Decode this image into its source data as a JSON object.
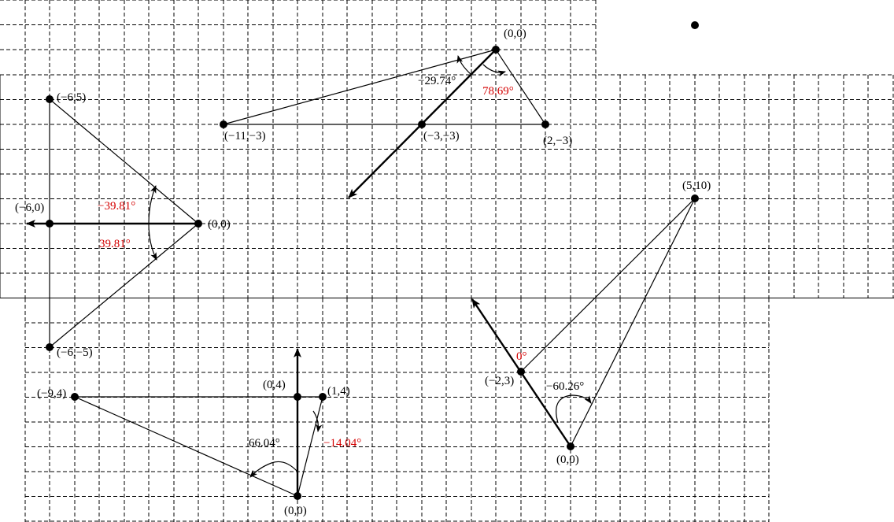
{
  "labels": {
    "p1_origin": "(0,0)",
    "p1_left": "(−11,−3)",
    "p1_mid": "(−3,−3)",
    "p1_right": "(2,−3)",
    "p1_angle_a": "−29.74°",
    "p1_angle_b": "78.69°",
    "p2_top": "(−6,5)",
    "p2_mid": "(−6,0)",
    "p2_bottom": "(−6,−5)",
    "p2_origin": "(0,0)",
    "p2_angle_a": "−39.81°",
    "p2_angle_b": "39.81°",
    "p3_peak": "(5,10)",
    "p3_mid": "(−2,3)",
    "p3_origin": "(0,0)",
    "p3_angle_a": "0°",
    "p3_angle_b": "−60.26°",
    "p4_left": "(−9,4)",
    "p4_top": "(0,4)",
    "p4_right": "(1,4)",
    "p4_origin": "(0,0)",
    "p4_angle_a": "66.04°",
    "p4_angle_b": "−14.04°"
  },
  "colors": {
    "ink": "#000000",
    "highlight": "#d40000"
  }
}
